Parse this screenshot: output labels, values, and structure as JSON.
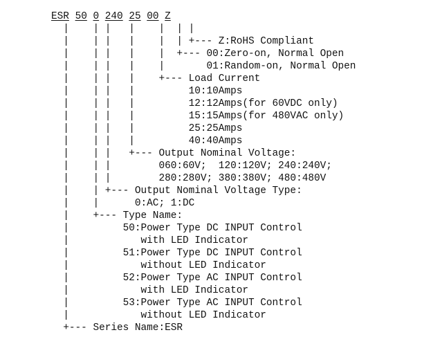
{
  "model_code": {
    "parts": [
      "ESR",
      "50",
      "0",
      "240",
      "25",
      "00",
      "Z"
    ],
    "separators": [
      " ",
      " ",
      " ",
      " ",
      " ",
      " "
    ]
  },
  "tree_lines": [
    "  |    | |   |    |  | |",
    "  |    | |   |    |  | +--- Z:RoHS Compliant",
    "  |    | |   |    |  +--- 00:Zero-on, Normal Open",
    "  |    | |   |    |       01:Random-on, Normal Open",
    "  |    | |   |    +--- Load Current",
    "  |    | |   |         10:10Amps",
    "  |    | |   |         12:12Amps(for 60VDC only)",
    "  |    | |   |         15:15Amps(for 480VAC only)",
    "  |    | |   |         25:25Amps",
    "  |    | |   |         40:40Amps",
    "  |    | |   +--- Output Nominal Voltage:",
    "  |    | |        060:60V;  120:120V; 240:240V;",
    "  |    | |        280:280V; 380:380V; 480:480V",
    "  |    | +--- Output Nominal Voltage Type:",
    "  |    |      0:AC; 1:DC",
    "  |    +--- Type Name:",
    "  |         50:Power Type DC INPUT Control",
    "  |            with LED Indicator",
    "  |         51:Power Type DC INPUT Control",
    "  |            without LED Indicator",
    "  |         52:Power Type AC INPUT Control",
    "  |            with LED Indicator",
    "  |         53:Power Type AC INPUT Control",
    "  |            without LED Indicator",
    "  +--- Series Name:ESR"
  ]
}
